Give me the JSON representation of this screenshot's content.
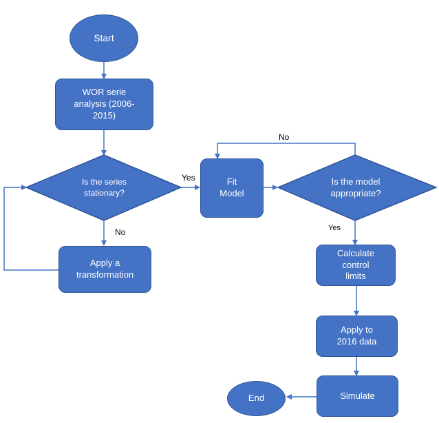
{
  "colors": {
    "fill": "#4472C4",
    "stroke": "#2F5597",
    "text": "#FFFFFF"
  },
  "nodes": {
    "start": "Start",
    "wor": "WOR  serie\nanalysis (2006-\n2015)",
    "stationary": "Is the series\nstationary?",
    "transform": "Apply a\ntransformation",
    "fit": "Fit\nModel",
    "appropriate": "Is the model\nappropriate?",
    "limits": "Calculate\ncontrol\nlimits",
    "apply2016": "Apply to\n2016 data",
    "simulate": "Simulate",
    "end": "End"
  },
  "labels": {
    "yes_stationary": "Yes",
    "no_stationary": "No",
    "no_model": "No",
    "yes_model": "Yes"
  }
}
